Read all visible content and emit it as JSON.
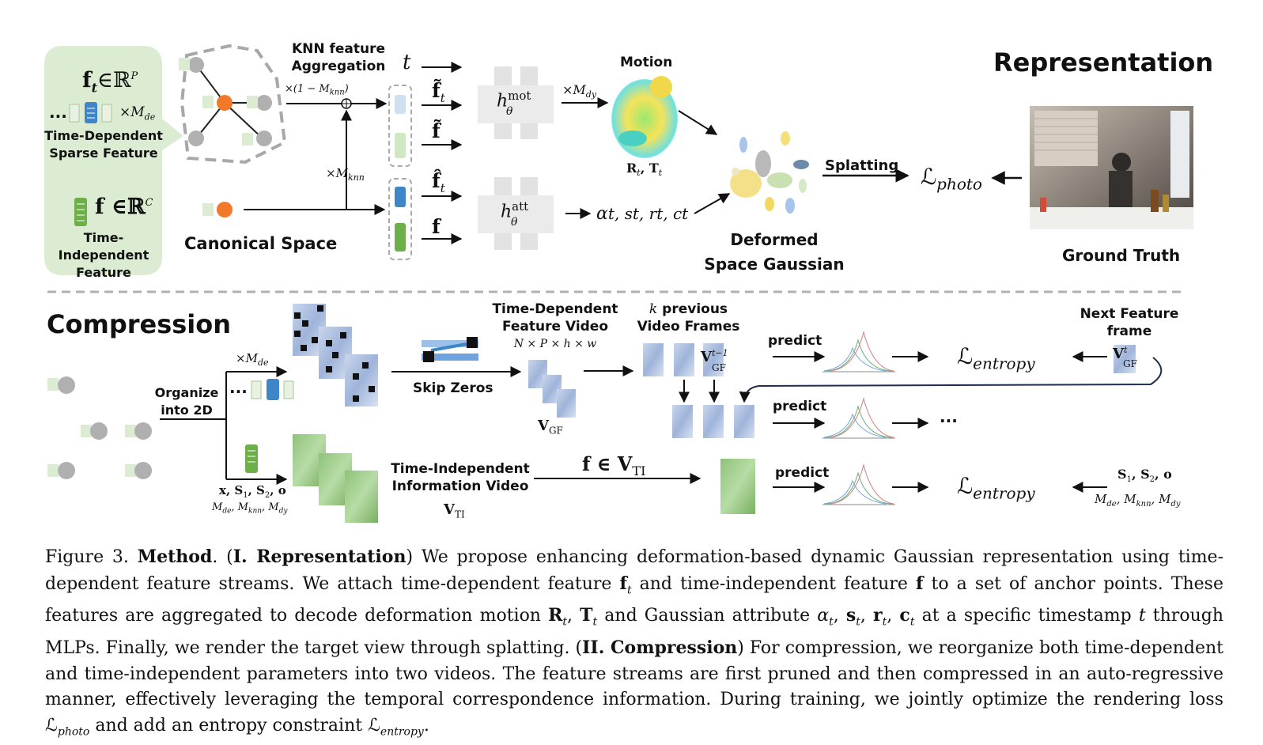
{
  "representation": {
    "title": "Representation",
    "td_feature": {
      "math": "f",
      "sub": "t",
      "set": "∈ℝ",
      "sup": "P",
      "mult": "×M",
      "mult_sub": "de",
      "dots": "...",
      "label_1": "Time-Dependent",
      "label_2": "Sparse Feature"
    },
    "ti_feature": {
      "math": "f ∈ℝ",
      "sup": "C",
      "label_1": "Time-Independent",
      "label_2": "Feature"
    },
    "canonical_space": "Canonical Space",
    "knn_1": "KNN feature",
    "knn_2": "Aggregation",
    "knn_factor": "×(1 − M",
    "knn_factor_sub": "knn",
    "knn_factor_end": ")",
    "mknn": "×M",
    "mknn_sub": "knn",
    "t": "t",
    "ft_tilde": "f̃",
    "ft_sub": "t",
    "f_tilde": "f̃",
    "ft_hat": "f̂",
    "ft_hat_sub": "t",
    "f_plain": "f",
    "h_mot": "h",
    "h_mot_sup": "mot",
    "h_mot_sub": "θ",
    "h_att": "h",
    "h_att_sup": "att",
    "h_att_sub": "θ",
    "mdy": "×M",
    "mdy_sub": "dy",
    "motion": "Motion",
    "rt_tt": "R",
    "rt_sub": "t",
    "rt_mid": ", T",
    "tt_sub": "t",
    "attrs": "α",
    "attrs_text": "t, st, rt, ct",
    "deformed_1": "Deformed",
    "deformed_2": "Space Gaussian",
    "splatting": "Splatting",
    "l_photo": "ℒ",
    "l_photo_sub": "photo",
    "ground_truth": "Ground Truth"
  },
  "compression": {
    "title": "Compression",
    "organize_1": "Organize",
    "organize_2": "into 2D",
    "mde": "×M",
    "mde_sub": "de",
    "dots": "...",
    "xs": "x, S",
    "xs_tail": ", S",
    "xs_o": ", o",
    "masks": "M",
    "skip_zeros": "Skip Zeros",
    "tdfv_1": "Time-Dependent",
    "tdfv_2": "Feature Video",
    "tdfv_dims": "N × P × h × w",
    "vgf": "V",
    "vgf_sub": "GF",
    "k_prev_k": "k",
    "k_prev_1": "previous",
    "k_prev_2": "Video Frames",
    "vgf_t1": "V",
    "vgf_t1_sup": "t−1",
    "vgf_t1_sub": "GF",
    "predict": "predict",
    "l_entropy": "ℒ",
    "l_entropy_sub": "entropy",
    "next_1": "Next Feature",
    "next_2": "frame",
    "vgf_t": "V",
    "vgf_t_sup": "t",
    "vgf_t_sub": "GF",
    "more": "...",
    "tiiv_1": "Time-Independent",
    "tiiv_2": "Information Video",
    "vti": "V",
    "vti_sub": "TI",
    "f_in_vti": "f ∈ V",
    "f_in_vti_sub": "TI",
    "s1s2o": "S",
    "right_masks": "M"
  },
  "caption": {
    "fig": "Figure 3.",
    "method": "Method",
    "rep_tag": "I. Representation",
    "comp_tag": "II. Compression"
  },
  "colors": {
    "accent_green": "#dcecd2",
    "orange": "#f07a2a",
    "blue": "#3f86c9",
    "green": "#6db04a",
    "grey_ball": "#b0b0b0"
  }
}
